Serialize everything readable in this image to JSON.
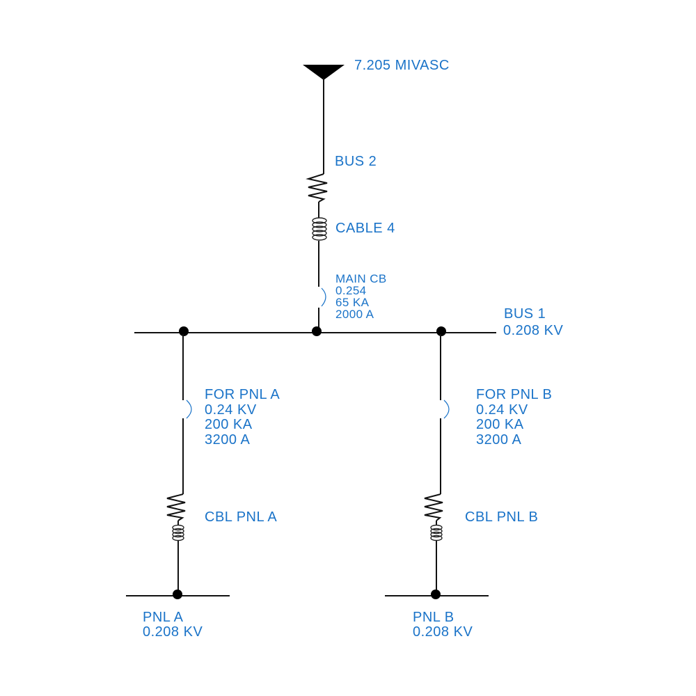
{
  "colors": {
    "text": "#1a73c8",
    "line": "#111111"
  },
  "source": {
    "label": "7.205 MIVASC"
  },
  "bus2": {
    "label": "BUS 2"
  },
  "cable4": {
    "label": "CABLE 4"
  },
  "main_cb": {
    "name": "MAIN CB",
    "line1": "0.254",
    "line2": "65 KA",
    "line3": "2000 A"
  },
  "bus1": {
    "name": "BUS 1",
    "voltage": "0.208 KV"
  },
  "feeder_a": {
    "breaker": {
      "name": "FOR PNL A",
      "line1": "0.24 KV",
      "line2": "200 KA",
      "line3": "3200 A"
    },
    "cable": "CBL PNL A",
    "panel": {
      "name": "PNL A",
      "voltage": "0.208 KV"
    }
  },
  "feeder_b": {
    "breaker": {
      "name": "FOR PNL B",
      "line1": "0.24 KV",
      "line2": "200 KA",
      "line3": "3200 A"
    },
    "cable": "CBL PNL B",
    "panel": {
      "name": "PNL B",
      "voltage": "0.208 KV"
    }
  }
}
